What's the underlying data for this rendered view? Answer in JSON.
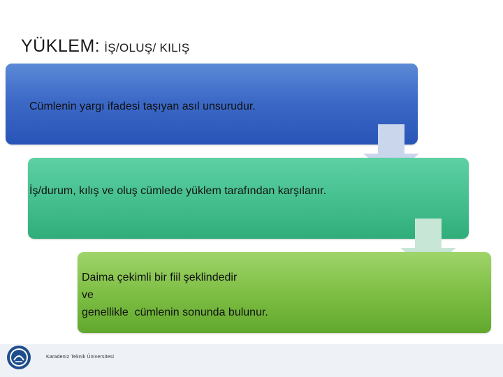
{
  "title": {
    "main": "YÜKLEM:",
    "sub": "İŞ/OLUŞ/ KILIŞ"
  },
  "boxes": [
    {
      "text": "Cümlenin yargı ifadesi taşıyan asıl unsurudur.",
      "color": "#3d6ac7"
    },
    {
      "text": "İş/durum, kılış ve oluş cümlede yüklem tarafından karşılanır.",
      "color": "#46c08f"
    },
    {
      "lines": [
        "Daima çekimli bir fiil şeklindedir",
        "ve",
        "genellikle  cümlenin sonunda bulunur."
      ],
      "color": "#7fbf45"
    }
  ],
  "footer": {
    "university": "Karadeniz Teknik Üniversitesi",
    "logo_icon": "ktu-logo-icon"
  }
}
